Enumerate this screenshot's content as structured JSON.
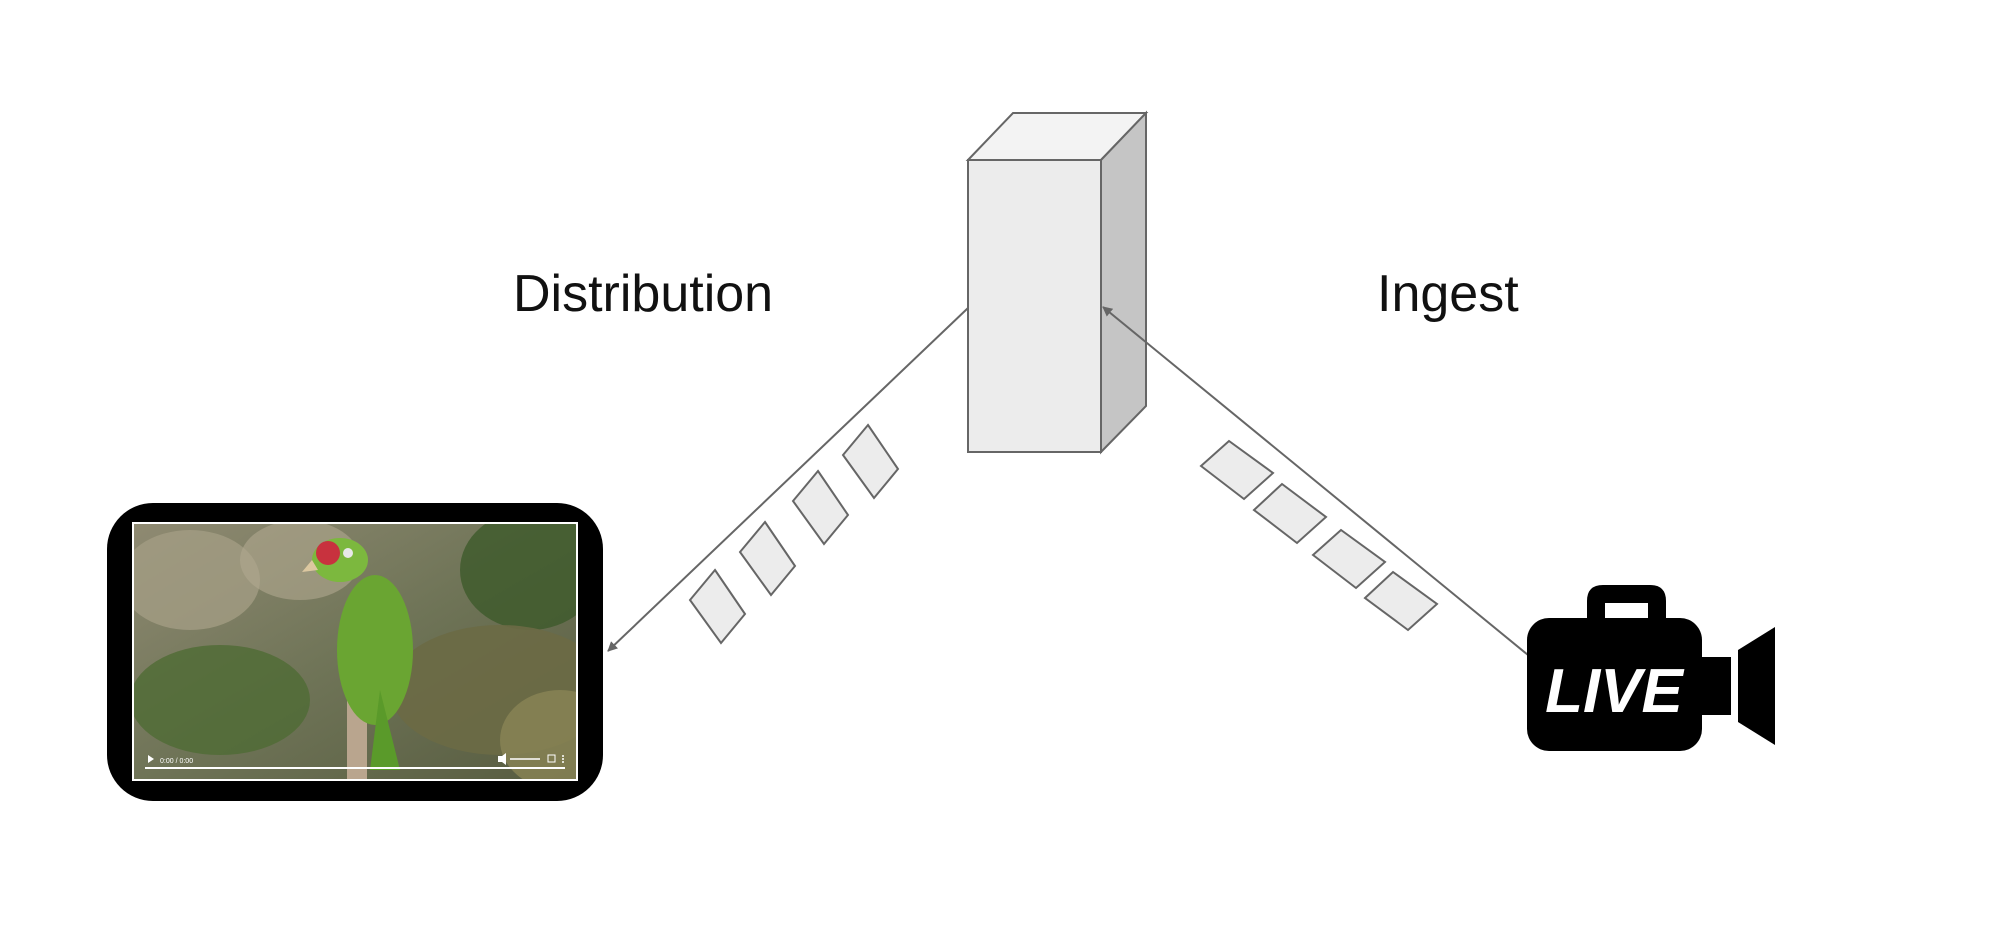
{
  "labels": {
    "distribution": "Distribution",
    "ingest": "Ingest"
  },
  "camera": {
    "badge_text": "LIVE",
    "icon": "video-camera-icon"
  },
  "server": {
    "icon": "server-box-icon"
  },
  "player": {
    "icon": "smartphone-icon",
    "video_subject": "parrot",
    "time_display": "0:00 / 0:00"
  },
  "colors": {
    "box_front": "#ececec",
    "box_side": "#c5c5c5",
    "stroke": "#666666",
    "arrow": "#666666",
    "device": "#000000",
    "parrot_green": "#6aa532"
  }
}
